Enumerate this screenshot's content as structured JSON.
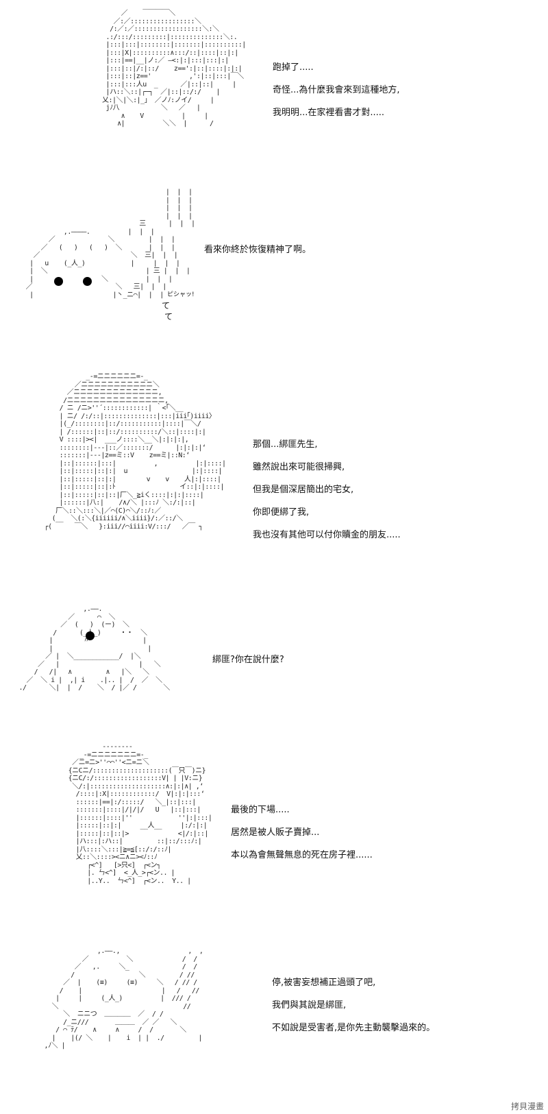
{
  "panels": [
    {
      "id": "panel-1",
      "lines": [
        "跑掉了.....",
        "奇怪...為什麼我會來到這種地方,",
        "我明明...在家裡看書才對....."
      ]
    },
    {
      "id": "panel-2",
      "lines": [
        "看來你終於恢復精神了啊。"
      ],
      "sfx_small": "ピシャッ!",
      "sfx_te": "て"
    },
    {
      "id": "panel-3",
      "lines": [
        "那個...綁匪先生,",
        "雖然說出來可能很掃興,",
        "但我是個深居簡出的宅女,",
        "你即便綁了我,",
        "我也沒有其他可以付你贖金的朋友....."
      ]
    },
    {
      "id": "panel-4",
      "lines": [
        "綁匪?你在說什麼?"
      ]
    },
    {
      "id": "panel-5",
      "lines": [
        "最後的下場.....",
        "居然是被人販子賣掉...",
        "本以為會無聲無息的死在房子裡......"
      ]
    },
    {
      "id": "panel-6",
      "lines": [
        "停,被害妄想補正過頭了吧,",
        "我們與其說是綁匪,",
        "不如說是受害者,是你先主動襲擊過來的。"
      ]
    }
  ],
  "watermark": "拷貝漫畫"
}
